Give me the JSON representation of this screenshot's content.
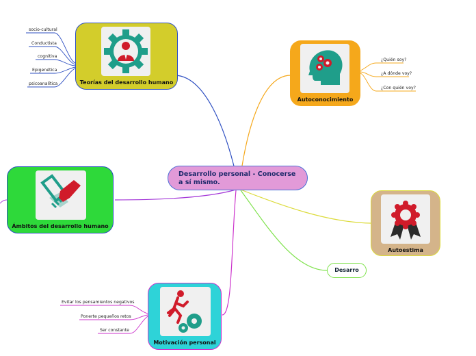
{
  "central": {
    "title": "Desarrollo personal - Conocerse a sí mismo."
  },
  "teorias": {
    "label": "Teorías del desarrollo humano",
    "icon": "person-gear-icon",
    "color": "#d3cd2b",
    "leaves": [
      "socio-cultural",
      "Conductista",
      "cognitiva",
      "Epigenética",
      "psicoanalítica"
    ]
  },
  "autoconocimiento": {
    "label": "Autoconocimiento",
    "icon": "head-gears-icon",
    "color": "#f5a81b",
    "leaves": [
      "¿Quién soy?",
      "¿A dónde voy?",
      "¿Con quién voy?"
    ]
  },
  "ambitos": {
    "label": "Ámbitos del desarrollo humano",
    "icon": "handshake-icon",
    "color": "#2ed93a"
  },
  "autoestima": {
    "label": "Autoestima",
    "icon": "award-ribbon-icon",
    "color": "#d4b48a"
  },
  "desarro": {
    "label": "Desarro"
  },
  "motivacion": {
    "label": "Motivación personal",
    "icon": "runner-gears-icon",
    "color": "#2ed3d8",
    "leaves": [
      "Evitar los pensamientos negativos",
      "Ponerte pequeños retos",
      "Ser constante"
    ]
  }
}
